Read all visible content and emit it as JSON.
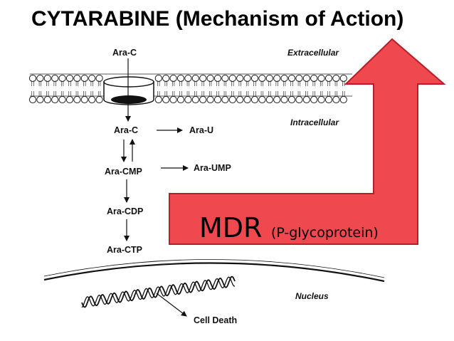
{
  "title": "CYTARABINE (Mechanism of Action)",
  "regions": {
    "extracellular": "Extracellular",
    "intracellular": "Intracellular",
    "nucleus": "Nucleus"
  },
  "pathway": {
    "ara_c_outside": "Ara-C",
    "ara_c_inside": "Ara-C",
    "ara_u": "Ara-U",
    "ara_cmp": "Ara-CMP",
    "ara_ump": "Ara-UMP",
    "ara_cdp": "Ara-CDP",
    "ara_ctp": "Ara-CTP",
    "cell_death": "Cell Death"
  },
  "callout": {
    "main": "MDR",
    "sub": "(P-glycoprotein)",
    "fill_color": "#f0484f",
    "border_color": "#b81e28"
  }
}
